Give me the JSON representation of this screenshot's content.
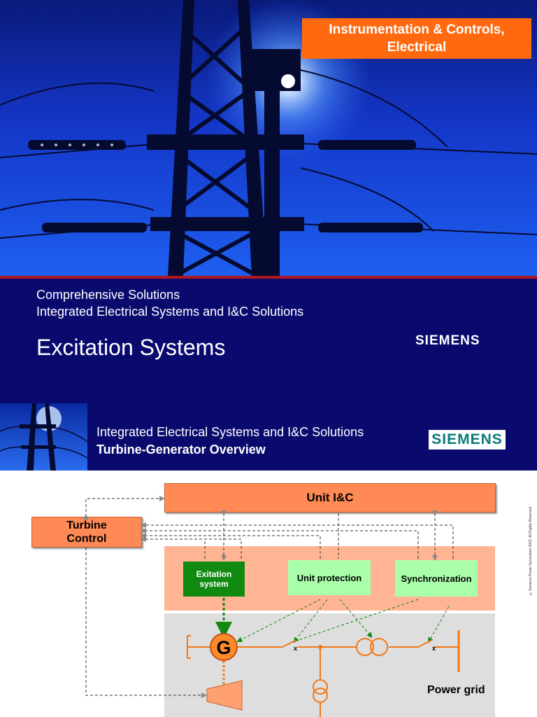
{
  "banner": {
    "tag_line1": "Instrumentation & Controls,",
    "tag_line2": "Electrical"
  },
  "cover": {
    "subtitle_line1": "Comprehensive Solutions",
    "subtitle_line2": "Integrated Electrical Systems and I&C Solutions",
    "title": "Excitation Systems",
    "logo_text": "SIEMENS"
  },
  "slide_header": {
    "subtitle": "Integrated Electrical Systems and I&C Solutions",
    "title": "Turbine-Generator Overview",
    "logo_text": "SIEMENS"
  },
  "diagram": {
    "unit_ic": "Unit I&C",
    "turbine_control_line1": "Turbine",
    "turbine_control_line2": "Control",
    "excitation_system": "Exitation system",
    "unit_protection": "Unit protection",
    "synchronization": "Synchronization",
    "generator_symbol": "G",
    "breaker_mark": "x",
    "power_grid": "Power grid",
    "copyright": "©Siemens Power Generation 2003. All Rights Reserved"
  },
  "colors": {
    "accent_orange": "#ff6a10",
    "navy": "#0a0a6e",
    "box_salmon": "#ff8a55",
    "green_dark": "#118a11",
    "green_light": "#aaffaa",
    "line_orange": "#f07818"
  },
  "icons": [
    "transmission-tower-photo",
    "generator-icon",
    "transformer-icon",
    "turbine-icon",
    "breaker-icon"
  ]
}
